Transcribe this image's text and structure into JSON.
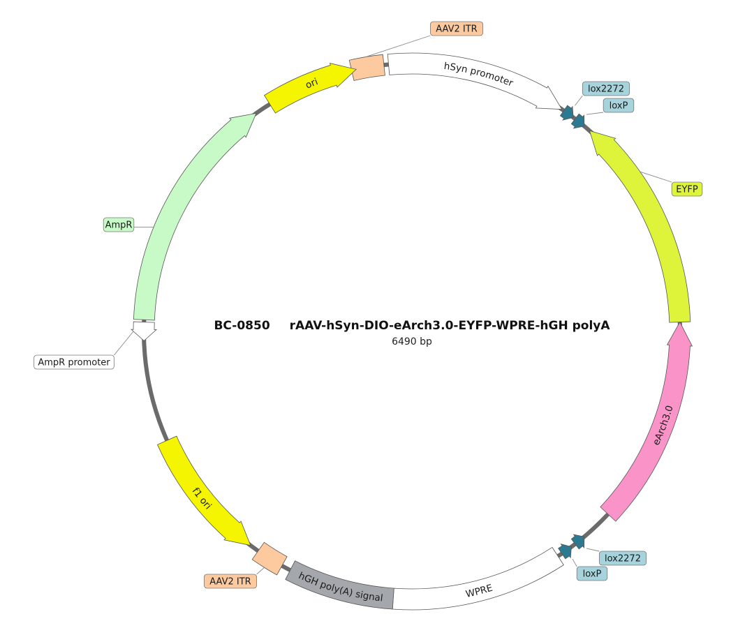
{
  "plasmid": {
    "id": "BC-0850",
    "name": "rAAV-hSyn-DIO-eArch3.0-EYFP-WPRE-hGH polyA",
    "size_label": "6490 bp",
    "backbone_color": "#6b6b6b"
  },
  "features": [
    {
      "key": "itr-top",
      "type": "box",
      "start": -13,
      "end": -6,
      "fill": "#fdc99f",
      "label": "AAV2 ITR",
      "label_mode": "callout"
    },
    {
      "key": "hsyn",
      "type": "arrow",
      "start": -5,
      "end": 34,
      "dir": "cw",
      "fill": "#ffffff",
      "label": "hSyn promoter",
      "label_mode": "inside"
    },
    {
      "key": "lox2272-top",
      "type": "marker",
      "start": 34.5,
      "end": 37,
      "dir": "cw",
      "fill": "#2b7a92",
      "label": "lox2272",
      "label_mode": "callout"
    },
    {
      "key": "loxp-top",
      "type": "marker",
      "start": 37.5,
      "end": 40,
      "dir": "cw",
      "fill": "#2b7a92",
      "label": "loxP",
      "label_mode": "callout"
    },
    {
      "key": "eyfp",
      "type": "arrow",
      "start": 41.5,
      "end": 88,
      "dir": "ccw",
      "fill": "#ddf43a",
      "label": "EYFP",
      "label_mode": "callout"
    },
    {
      "key": "earch",
      "type": "arrow",
      "start": 88,
      "end": 133,
      "dir": "ccw",
      "fill": "#fa94c8",
      "label": "eArch3.0",
      "label_mode": "inside"
    },
    {
      "key": "lox2272-bot",
      "type": "marker",
      "start": 140,
      "end": 142.5,
      "dir": "ccw",
      "fill": "#2b7a92",
      "label": "lox2272",
      "label_mode": "callout"
    },
    {
      "key": "loxp-bot",
      "type": "marker",
      "start": 143.5,
      "end": 146,
      "dir": "ccw",
      "fill": "#2b7a92",
      "label": "loxP",
      "label_mode": "callout"
    },
    {
      "key": "wpre",
      "type": "box",
      "start": 147,
      "end": 184,
      "fill": "#ffffff",
      "label": "WPRE",
      "label_mode": "inside"
    },
    {
      "key": "hgh",
      "type": "box",
      "start": 184,
      "end": 207,
      "fill": "#a4a8ad",
      "label": "hGH poly(A) signal",
      "label_mode": "inside"
    },
    {
      "key": "itr-bot",
      "type": "box",
      "start": 209,
      "end": 215,
      "fill": "#fdc99f",
      "label": "AAV2 ITR",
      "label_mode": "callout"
    },
    {
      "key": "f1ori",
      "type": "arrow",
      "start": 217,
      "end": 246,
      "dir": "ccw",
      "fill": "#f5f500",
      "label": "f1 ori",
      "label_mode": "inside"
    },
    {
      "key": "ampr-promoter",
      "type": "arrow",
      "start": 268,
      "end": 272,
      "dir": "ccw",
      "fill": "#ffffff",
      "label": "AmpR promoter",
      "label_mode": "callout"
    },
    {
      "key": "ampr",
      "type": "arrow",
      "start": 272.5,
      "end": 324.5,
      "dir": "cw",
      "fill": "#c8fac8",
      "label": "AmpR",
      "label_mode": "callout"
    },
    {
      "key": "ori",
      "type": "arrow",
      "start": 328,
      "end": 348,
      "dir": "cw",
      "fill": "#f5f500",
      "label": "ori",
      "label_mode": "inside"
    }
  ],
  "callouts": [
    {
      "feature": "itr-top",
      "label": "AAV2 ITR",
      "fill": "#fdc99f"
    },
    {
      "feature": "lox2272-top",
      "label": "lox2272",
      "fill": "#a6d3dc"
    },
    {
      "feature": "loxp-top",
      "label": "loxP",
      "fill": "#a6d3dc"
    },
    {
      "feature": "eyfp",
      "label": "EYFP",
      "fill": "#ddf43a"
    },
    {
      "feature": "ampr",
      "label": "AmpR",
      "fill": "#c8fac8"
    },
    {
      "feature": "ampr-promoter",
      "label": "AmpR promoter",
      "fill": "#ffffff"
    },
    {
      "feature": "itr-bot",
      "label": "AAV2 ITR",
      "fill": "#fdc99f"
    },
    {
      "feature": "lox2272-bot",
      "label": "lox2272",
      "fill": "#a6d3dc"
    },
    {
      "feature": "loxp-bot",
      "label": "loxP",
      "fill": "#a6d3dc"
    }
  ]
}
